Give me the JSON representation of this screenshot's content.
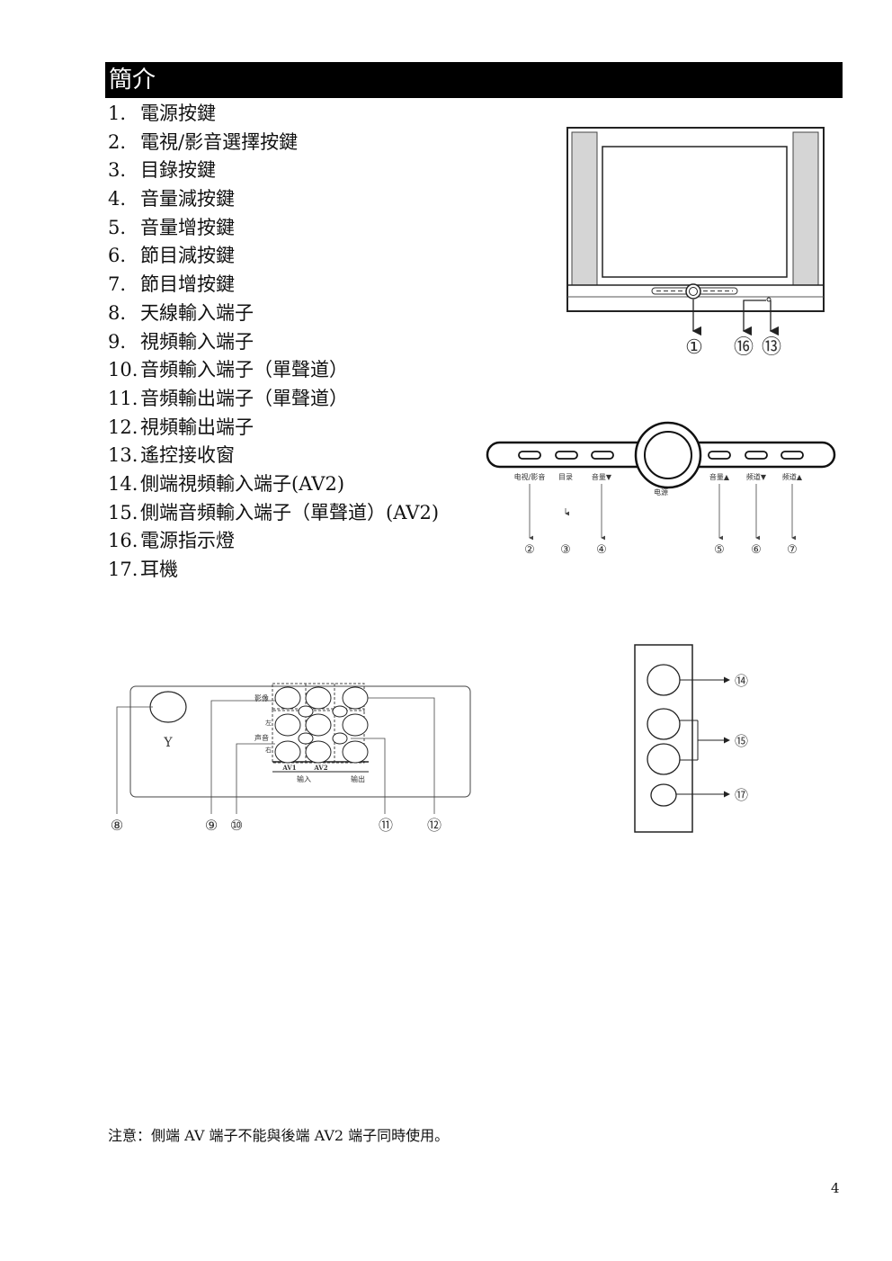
{
  "header": {
    "title": "簡介"
  },
  "parts": [
    {
      "num": "1.",
      "label": "電源按鍵"
    },
    {
      "num": "2.",
      "label": "電視/影音選擇按鍵"
    },
    {
      "num": "3.",
      "label": "目錄按鍵"
    },
    {
      "num": "4.",
      "label": "音量減按鍵"
    },
    {
      "num": "5.",
      "label": "音量增按鍵"
    },
    {
      "num": "6.",
      "label": "節目減按鍵"
    },
    {
      "num": "7.",
      "label": "節目增按鍵"
    },
    {
      "num": "8.",
      "label": "天線輸入端子"
    },
    {
      "num": "9.",
      "label": "視頻輸入端子"
    },
    {
      "num": "10.",
      "label": "音頻輸入端子（單聲道）"
    },
    {
      "num": "11.",
      "label": "音頻輸出端子（單聲道）"
    },
    {
      "num": "12.",
      "label": "視頻輸出端子"
    },
    {
      "num": "13.",
      "label": "遙控接收窗"
    },
    {
      "num": "14.",
      "label": "側端視頻輸入端子(AV2)"
    },
    {
      "num": "15.",
      "label": "側端音頻輸入端子（單聲道）(AV2)"
    },
    {
      "num": "16.",
      "label": "電源指示燈"
    },
    {
      "num": "17.",
      "label": "耳機"
    }
  ],
  "tv_front": {
    "callouts": [
      "①",
      "⑯",
      "⑬"
    ]
  },
  "control_panel": {
    "labels": [
      "电视/影音",
      "目录",
      "音量▼",
      "电源",
      "音量▲",
      "频道▼",
      "频道▲"
    ],
    "callouts": [
      "②",
      "③",
      "④",
      "⑤",
      "⑥",
      "⑦"
    ]
  },
  "rear_panel": {
    "antenna_symbol": "Y",
    "labels": {
      "video": "影像",
      "left": "左",
      "audio": "声音",
      "right": "右",
      "av1": "AV1",
      "av2": "AV2",
      "input": "输入",
      "output": "输出"
    },
    "callouts": [
      "⑧",
      "⑨",
      "⑩",
      "⑪",
      "⑫"
    ]
  },
  "side_panel": {
    "callouts": [
      "⑭",
      "⑮",
      "⑰"
    ]
  },
  "note": "注意：側端 AV 端子不能與後端 AV2 端子同時使用。",
  "page_number": "4"
}
